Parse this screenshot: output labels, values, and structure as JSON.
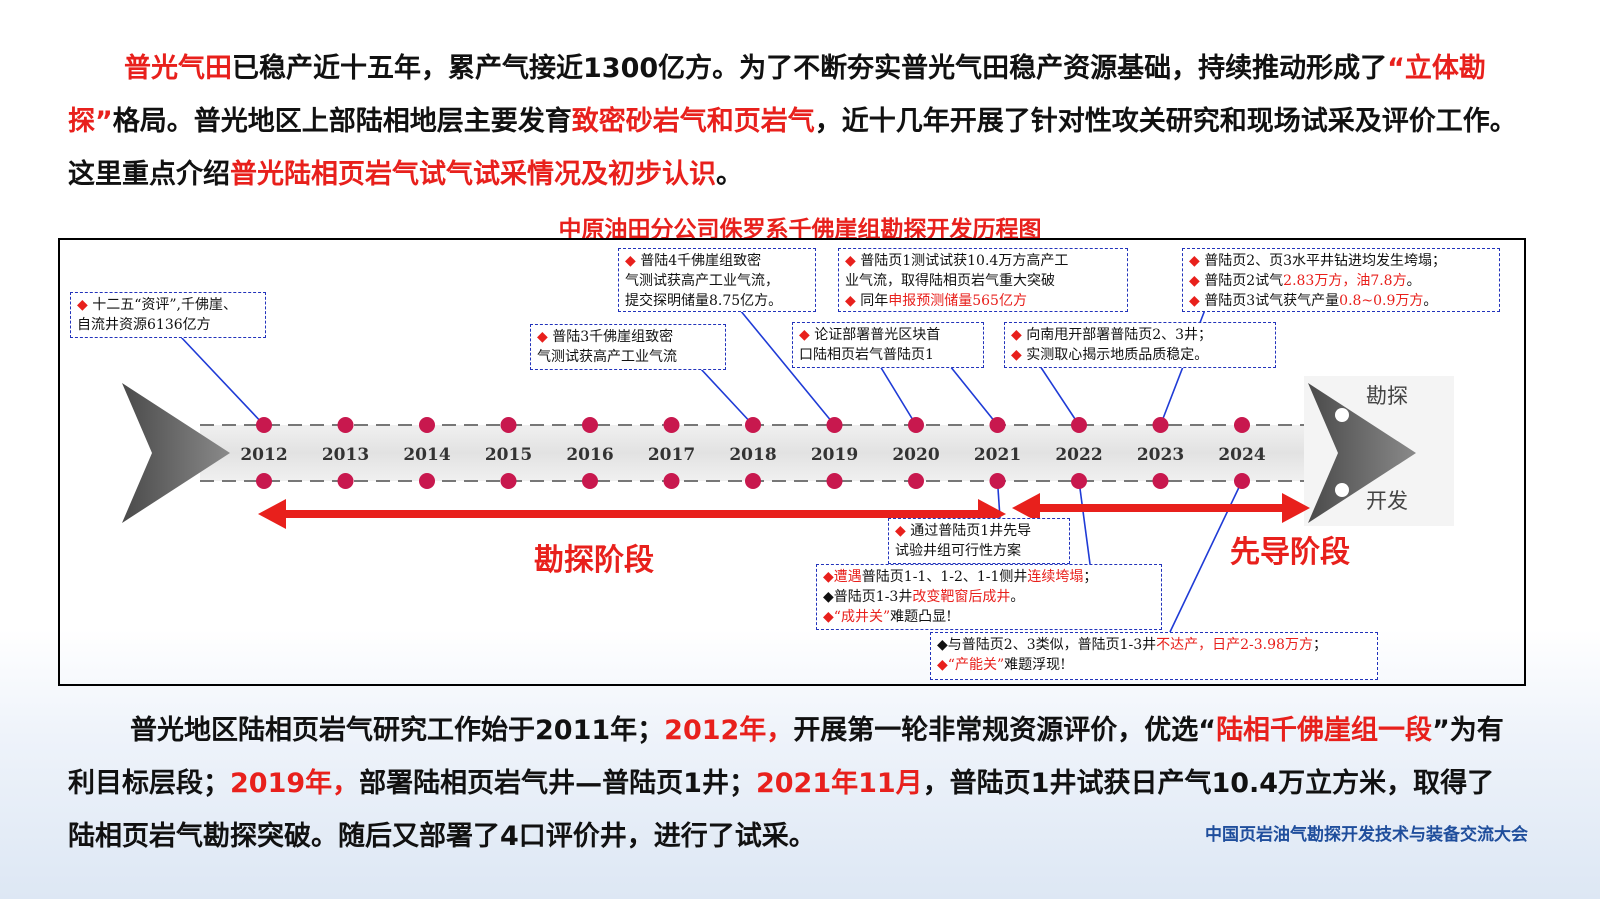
{
  "intro": {
    "s1_red": "普光气田",
    "s2": "已稳产近十五年，累产气接近1300亿方。为了不断夯实普光气田稳产资源基础，持续推动形成了",
    "s3_red": "“立体勘探”",
    "s4": "格局。普光地区上部陆相地层主要发育",
    "s5_red": "致密砂岩气和页岩气",
    "s6": "，近十几年开展了针对性攻关研究和现场试采及评价工作。这里重点介绍",
    "s7_red": "普光陆相页岩气试气试采情况及初步认识",
    "s8": "。"
  },
  "diagram_title": "中原油田分公司侏罗系千佛崖组勘探开发历程图",
  "timeline": {
    "years": [
      "2012",
      "2013",
      "2014",
      "2015",
      "2016",
      "2017",
      "2018",
      "2019",
      "2020",
      "2021",
      "2022",
      "2023",
      "2024"
    ],
    "right_label_top": "勘探",
    "right_label_bottom": "开发",
    "phase_exploration": "勘探阶段",
    "phase_pilot": "先导阶段",
    "colors": {
      "accent": "#e8201c",
      "dot": "#c8184e",
      "connector": "#1f3bd6",
      "arrowhead": "#555555"
    }
  },
  "notes": {
    "n2012": {
      "l1_pre": "十二五“资评”,千佛崖、",
      "l2": "自流井资源6136亿方"
    },
    "n2018": {
      "l1": "普陆3千佛崖组致密",
      "l2": "气测试获高产工业气流"
    },
    "n2019": {
      "l1": "普陆4千佛崖组致密",
      "l2": "气测试获高产工业气流，",
      "l3": "提交探明储量8.75亿方。"
    },
    "n2020a": {
      "l1": "论证部署普光区块首",
      "l2": "口陆相页岩气普陆页1"
    },
    "n2021top": {
      "l1": "普陆页1测试试获10.4万方高产工",
      "l2": "业气流，取得陆相页岩气重大突破",
      "l3_pre": "同年",
      "l3_red": "申报预测储量565亿方"
    },
    "n2022": {
      "l1": "向南甩开部署普陆页2、3井；",
      "l2": "实测取心揭示地质品质稳定。"
    },
    "n2024": {
      "l1": "普陆页2、页3水平井钻进均发生垮塌；",
      "l2_pre": "普陆页2试气",
      "l2_red": "2.83万方，油7.8方",
      "l2_post": "。",
      "l3_pre": "普陆页3试气获气产量",
      "l3_red": "0.8~0.9万方",
      "l3_post": "。"
    },
    "n2021mid": {
      "l1": "通过普陆页1井先导",
      "l2": "试验井组可行性方案"
    },
    "n2023a": {
      "l1_red": "遭遇",
      "l1_mid": "普陆页1-1、1-2、1-1侧井",
      "l1_red2": "连续垮塌",
      "l1_post": "；",
      "l2_pre": "普陆页1-3井",
      "l2_red": "改变靶窗后成井",
      "l2_post": "。",
      "l3_red": "“成井关”",
      "l3_post": "难题凸显!"
    },
    "n2023b": {
      "l1_pre": "与普陆页2、3类似，普陆页1-3井",
      "l1_red": "不达产，日产2-3.98万方",
      "l1_post": "；",
      "l2_red": "“产能关”",
      "l2_post": "难题浮现!"
    }
  },
  "outro": {
    "s1": "普光地区陆相页岩气研究工作始于2011年；",
    "s2_red": "2012年，",
    "s3": "开展第一轮非常规资源评价，优选“",
    "s4_red": "陆相千佛崖组一段",
    "s5": "”为有利目标层段；",
    "s6_red": "2019年，",
    "s7": "部署陆相页岩气井—普陆页1井；",
    "s8_red": "2021年11月",
    "s9": "，普陆页1井试获日产气10.4万立方米，取得了陆相页岩气勘探突破。随后又部署了4口评价井，进行了试采。"
  },
  "footer": "中国页岩油气勘探开发技术与装备交流大会"
}
